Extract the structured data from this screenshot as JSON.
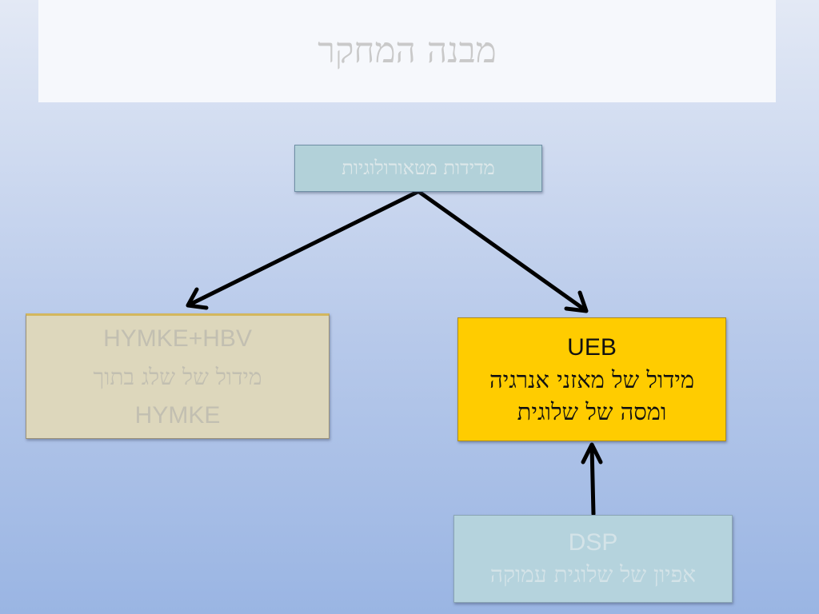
{
  "title": "מבנה המחקר",
  "nodes": {
    "meteorology": {
      "label": "מדידות מטאורולוגיות"
    },
    "hymke": {
      "line1": "HYMKE+HBV",
      "line2": "מידול של שלג בתוך",
      "line3": "HYMKE"
    },
    "ueb": {
      "line1": "UEB",
      "line2": "מידול של מאזני אנרגיה",
      "line3": "ומסה של שלוגית"
    },
    "dsp": {
      "line1": "DSP",
      "line2": "אפיון של שלוגית עמוקה"
    }
  },
  "colors": {
    "arrow": "#000000",
    "meteorology_fill": "#b2d1d9",
    "hymke_fill": "#ddd7bc",
    "ueb_fill": "#ffcc00",
    "dsp_fill": "#b5d3dd"
  }
}
